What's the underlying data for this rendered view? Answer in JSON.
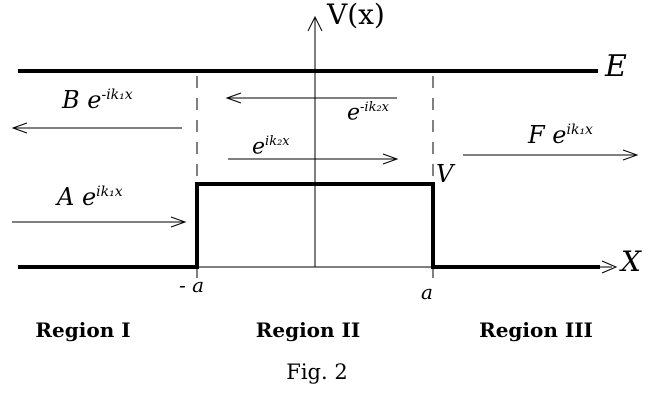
{
  "diagram": {
    "y_axis_label": "V(x)",
    "x_axis_label": "X",
    "energy_line_label": "E",
    "barrier_height_label": "V",
    "tick_labels": {
      "left": "- a",
      "right": "a"
    },
    "waves": {
      "reflected": {
        "coeff": "B e",
        "exp": "-ik₁x",
        "direction": "left"
      },
      "incident": {
        "coeff": "A e",
        "exp": "ik₁x",
        "direction": "right"
      },
      "barrier_forward": {
        "coeff": "e",
        "exp": "ik₂x",
        "direction": "right"
      },
      "barrier_backward": {
        "coeff": "e",
        "exp": "-ik₂x",
        "direction": "left"
      },
      "transmitted": {
        "coeff": "F e",
        "exp": "ik₁x",
        "direction": "right"
      }
    },
    "regions": {
      "region1": "Region I",
      "region2": "Region II",
      "region3": "Region III"
    },
    "caption": "Fig. 2",
    "colors": {
      "ink": "#000000",
      "background": "#ffffff"
    }
  }
}
